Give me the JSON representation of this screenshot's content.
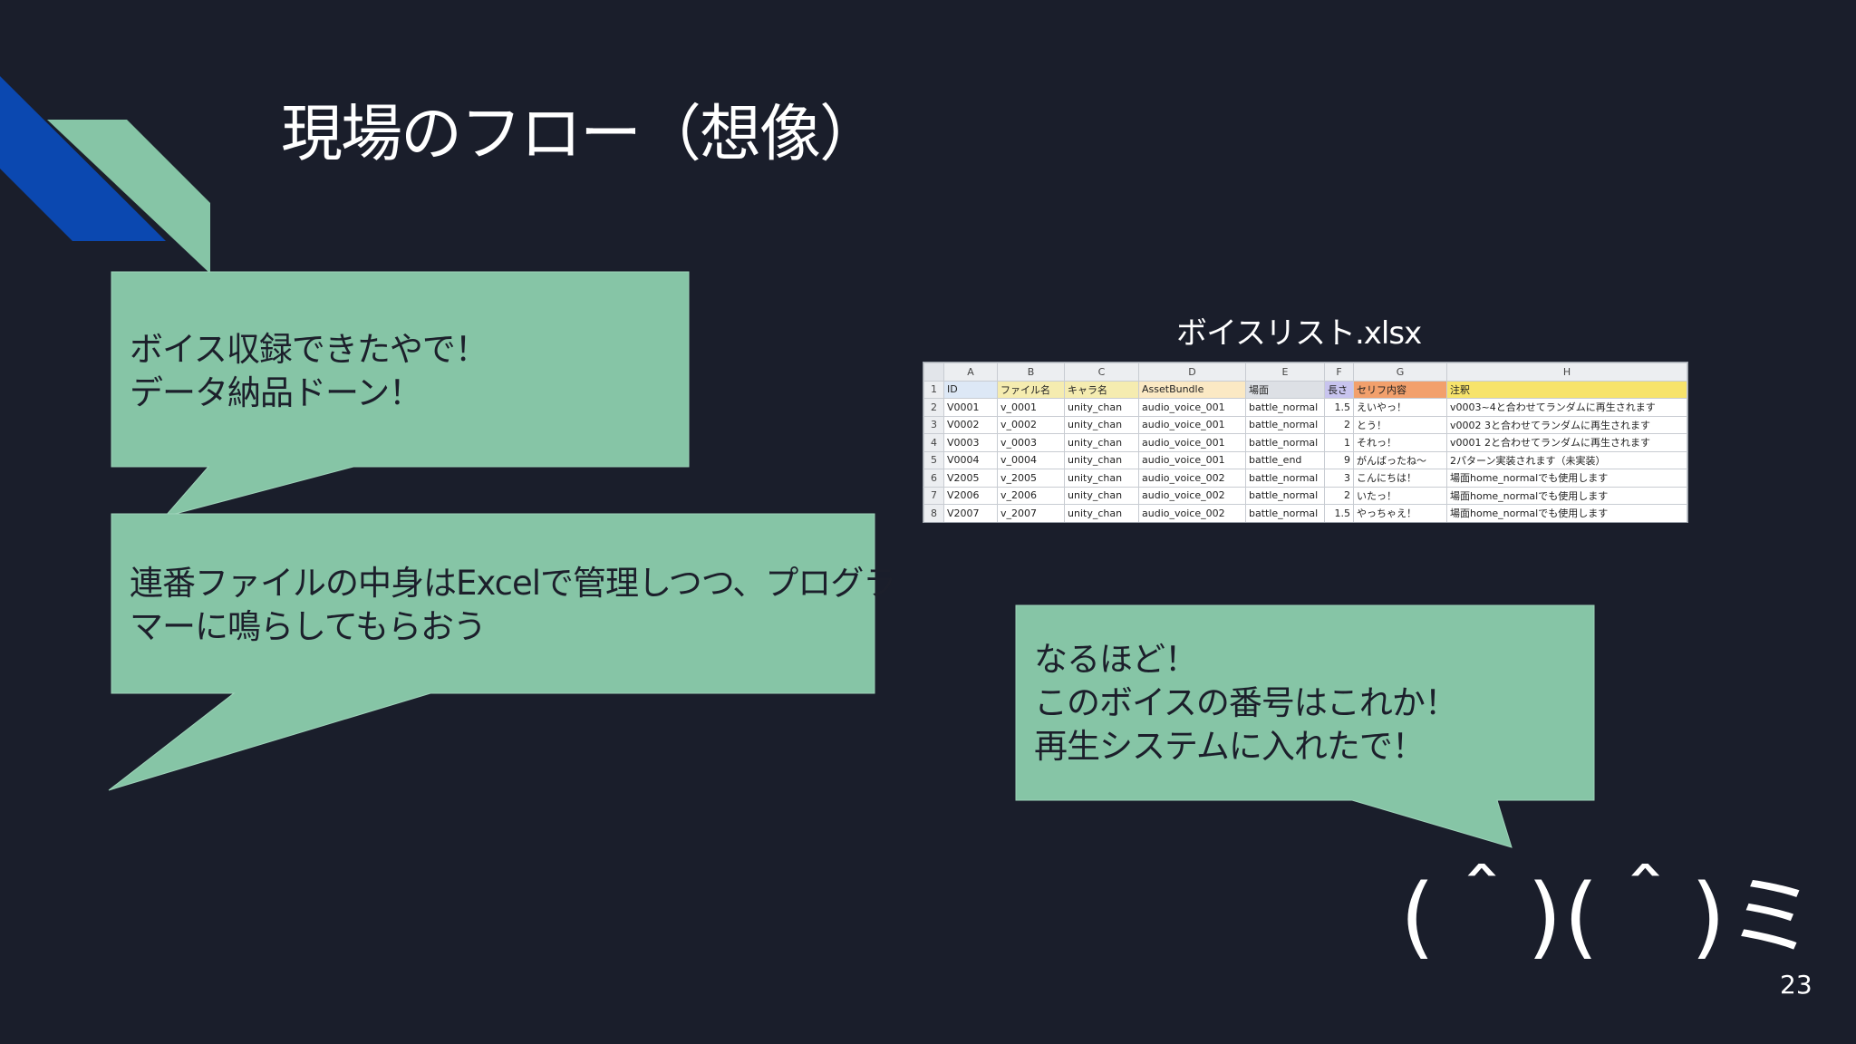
{
  "slide": {
    "title": "現場のフロー（想像）",
    "page_number": "23",
    "colors": {
      "background": "#1a1e2b",
      "bubble": "#86c5a6",
      "accent_blue": "#0b48b0",
      "accent_green": "#86c5a6"
    }
  },
  "bubbles": [
    {
      "lines": [
        "ボイス収録できたやで！",
        "データ納品ドーン！"
      ]
    },
    {
      "lines": [
        "連番ファイルの中身はExcelで管理しつつ、プログラ",
        "マーに鳴らしてもらおう"
      ]
    },
    {
      "lines": [
        "なるほど！",
        "このボイスの番号はこれか！",
        "再生システムに入れたで！"
      ]
    }
  ],
  "file_label": "ボイスリスト.xlsx",
  "spreadsheet": {
    "column_letters": [
      "A",
      "B",
      "C",
      "D",
      "E",
      "F",
      "G",
      "H"
    ],
    "row_numbers": [
      "1",
      "2",
      "3",
      "4",
      "5",
      "6",
      "7",
      "8"
    ],
    "header": [
      "ID",
      "ファイル名",
      "キャラ名",
      "AssetBundle",
      "場面",
      "長さ",
      "セリフ内容",
      "注釈"
    ],
    "header_colors": [
      "#dde8f6",
      "#f5ecb0",
      "#f5ecb0",
      "#fbe9c4",
      "#dde0e5",
      "#c8c4ee",
      "#f2a06c",
      "#f7e36b"
    ],
    "rows": [
      [
        "V0001",
        "v_0001",
        "unity_chan",
        "audio_voice_001",
        "battle_normal",
        "1.5",
        "えいやっ！",
        "v0003~4と合わせてランダムに再生されます"
      ],
      [
        "V0002",
        "v_0002",
        "unity_chan",
        "audio_voice_001",
        "battle_normal",
        "2",
        "とう！",
        "v0002 3と合わせてランダムに再生されます"
      ],
      [
        "V0003",
        "v_0003",
        "unity_chan",
        "audio_voice_001",
        "battle_normal",
        "1",
        "それっ！",
        "v0001 2と合わせてランダムに再生されます"
      ],
      [
        "V0004",
        "v_0004",
        "unity_chan",
        "audio_voice_001",
        "battle_end",
        "9",
        "がんばったね～",
        "2パターン実装されます（未実装）"
      ],
      [
        "V2005",
        "v_2005",
        "unity_chan",
        "audio_voice_002",
        "battle_normal",
        "3",
        "こんにちは！",
        "場面home_normalでも使用します"
      ],
      [
        "V2006",
        "v_2006",
        "unity_chan",
        "audio_voice_002",
        "battle_normal",
        "2",
        "いたっ！",
        "場面home_normalでも使用します"
      ],
      [
        "V2007",
        "v_2007",
        "unity_chan",
        "audio_voice_002",
        "battle_normal",
        "1.5",
        "やっちゃえ！",
        "場面home_normalでも使用します"
      ]
    ]
  },
  "emoticon": "(＾)(＾)ミ"
}
